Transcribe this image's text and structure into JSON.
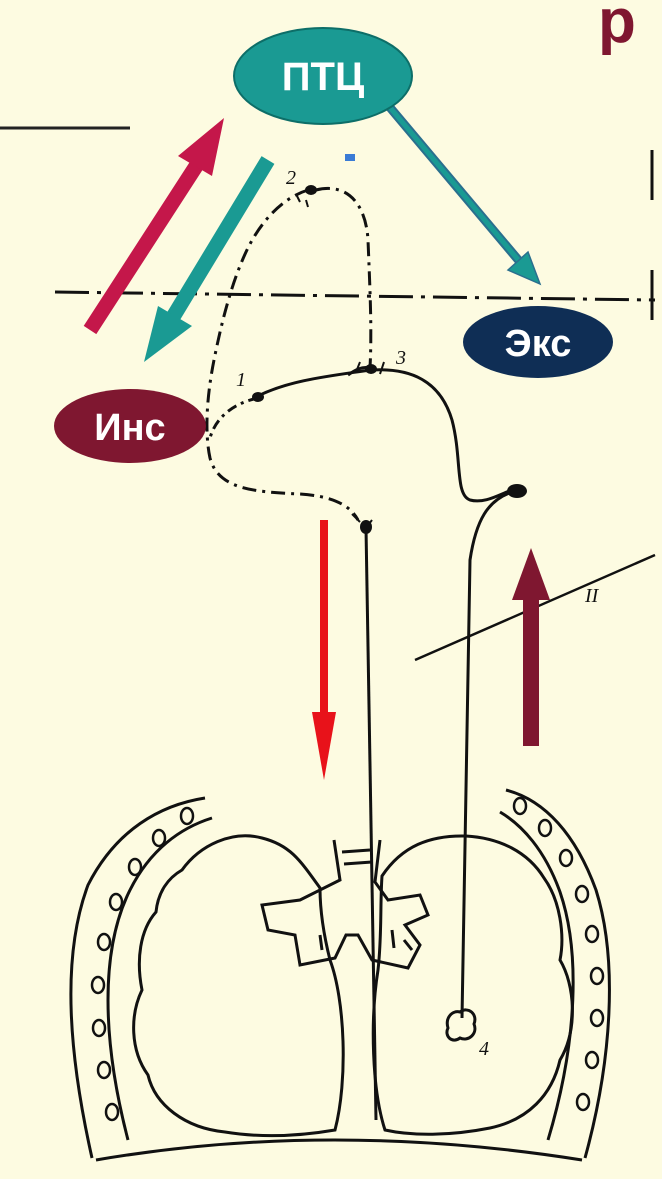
{
  "title_fragment": "р",
  "nodes": {
    "ptc": {
      "label": "ПТЦ",
      "color": "#1a9a93"
    },
    "eks": {
      "label": "Экс",
      "color": "#0f2e55"
    },
    "ins": {
      "label": "Инс",
      "color": "#7f1730"
    }
  },
  "neuron_labels": {
    "n1": "1",
    "n2": "2",
    "n3": "3",
    "n4": "4",
    "roman": "II"
  },
  "colors": {
    "background": "#fdfbe1",
    "title": "#7f1730",
    "arrow_crimson": "#c4174a",
    "arrow_teal": "#1a9a93",
    "arrow_red": "#e8121a",
    "arrow_maroon": "#7f1730",
    "ink": "#111111"
  }
}
